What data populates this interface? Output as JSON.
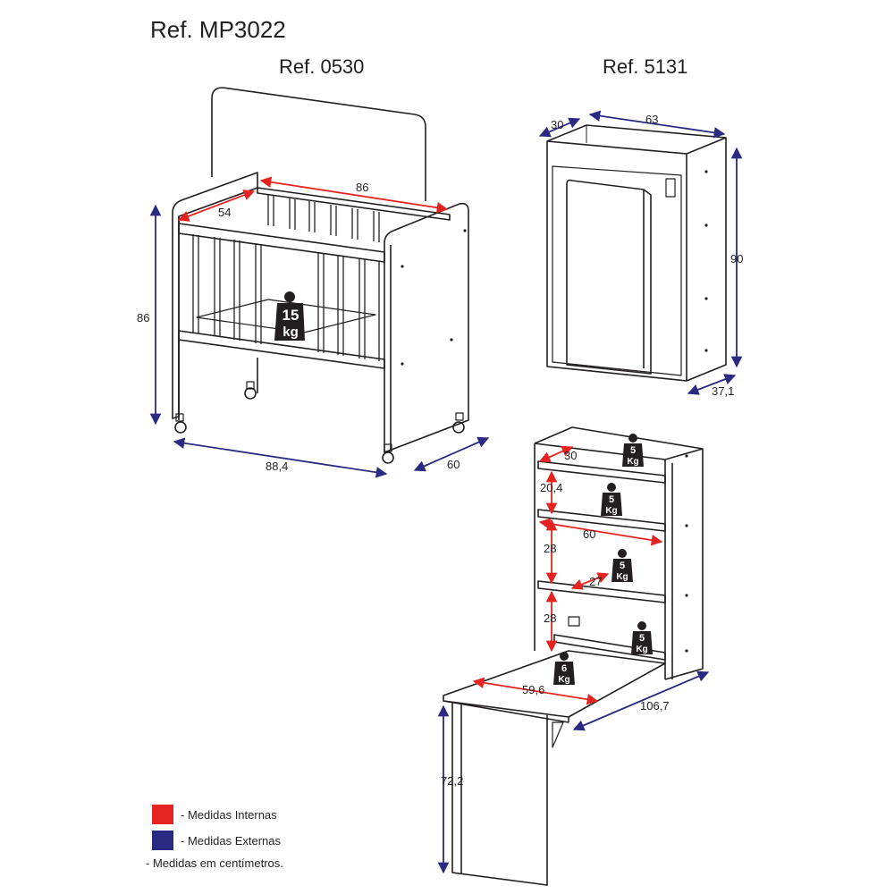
{
  "title": "Ref. MP3022",
  "products": {
    "crib": {
      "ref": "Ref. 0530"
    },
    "cabinet": {
      "ref": "Ref. 5131"
    }
  },
  "colors": {
    "internal": "#e52421",
    "external": "#2b2a83",
    "line": "#231f20"
  },
  "dimensions": {
    "crib_inner_length": "86",
    "crib_inner_width": "54",
    "crib_height": "86",
    "crib_length": "88,4",
    "crib_depth": "60",
    "cab_depth": "30",
    "cab_width": "63",
    "cab_height": "90",
    "cab_closed_depth": "37,1",
    "shelf_depth": "30",
    "shelf_gap_1": "20,4",
    "shelf_gap_2": "28",
    "shelf_gap_3": "28",
    "shelf_width": "60",
    "desk_niche_depth": "27",
    "desk_inner_width": "59,6",
    "desk_total_depth": "106,7",
    "desk_height": "72,2"
  },
  "weights": {
    "crib": [
      "15",
      "kg"
    ],
    "shelf_top": [
      "5",
      "Kg"
    ],
    "shelf_2": [
      "5",
      "Kg"
    ],
    "shelf_3": [
      "5",
      "Kg"
    ],
    "shelf_bottom": [
      "5",
      "Kg"
    ],
    "desk": [
      "6",
      "Kg"
    ]
  },
  "legend": {
    "internal_label": "- Medidas Internas",
    "external_label": "- Medidas Externas",
    "note": "- Medidas em centímetros."
  }
}
